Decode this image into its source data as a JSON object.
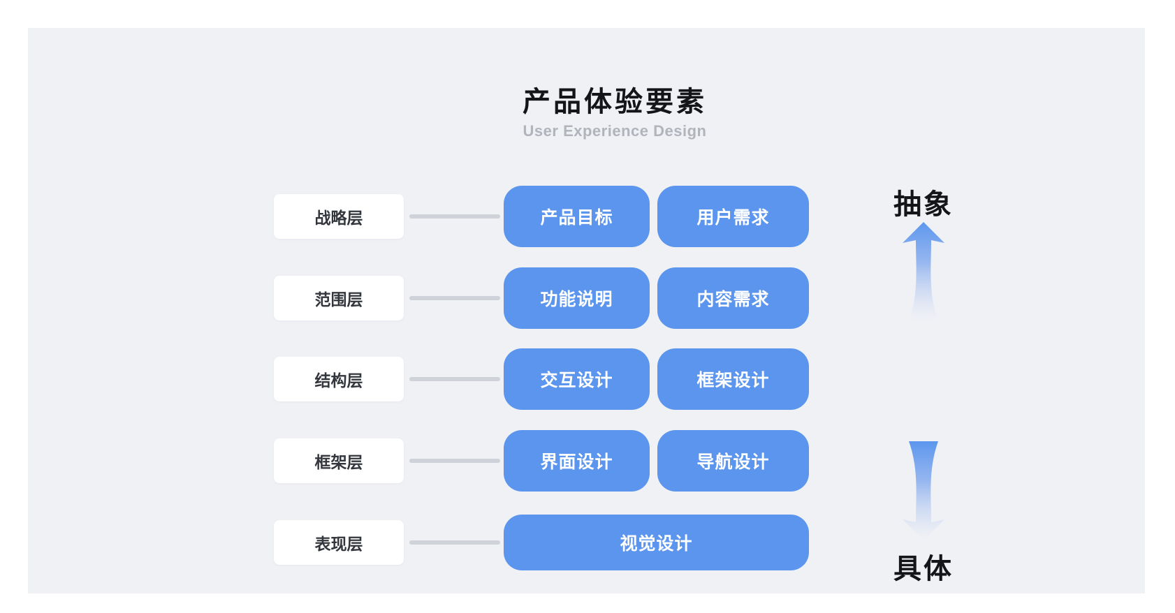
{
  "header": {
    "title": "产品体验要素",
    "subtitle": "User Experience Design"
  },
  "rows": [
    {
      "label": "战略层",
      "boxes": [
        "产品目标",
        "用户需求"
      ]
    },
    {
      "label": "范围层",
      "boxes": [
        "功能说明",
        "内容需求"
      ]
    },
    {
      "label": "结构层",
      "boxes": [
        "交互设计",
        "框架设计"
      ]
    },
    {
      "label": "框架层",
      "boxes": [
        "界面设计",
        "导航设计"
      ]
    },
    {
      "label": "表现层",
      "boxes": [
        "视觉设计"
      ]
    }
  ],
  "axis": {
    "abstract_label": "抽象",
    "concrete_label": "具体"
  },
  "colors": {
    "box_blue": "#5b95ed",
    "panel_background": "#f0f1f5",
    "connector_gray": "#cfd3d9",
    "label_text": "#33373d",
    "subtitle_gray": "#b1b4bb"
  }
}
